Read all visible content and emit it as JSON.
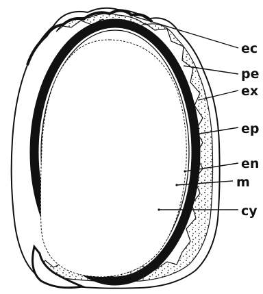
{
  "labels": {
    "ec": "ec",
    "pe": "pe",
    "ex": "ex",
    "ep": "ep",
    "en": "en",
    "m": "m",
    "cy": "cy"
  },
  "colors": {
    "ink": "#111111",
    "paper": "#ffffff"
  }
}
